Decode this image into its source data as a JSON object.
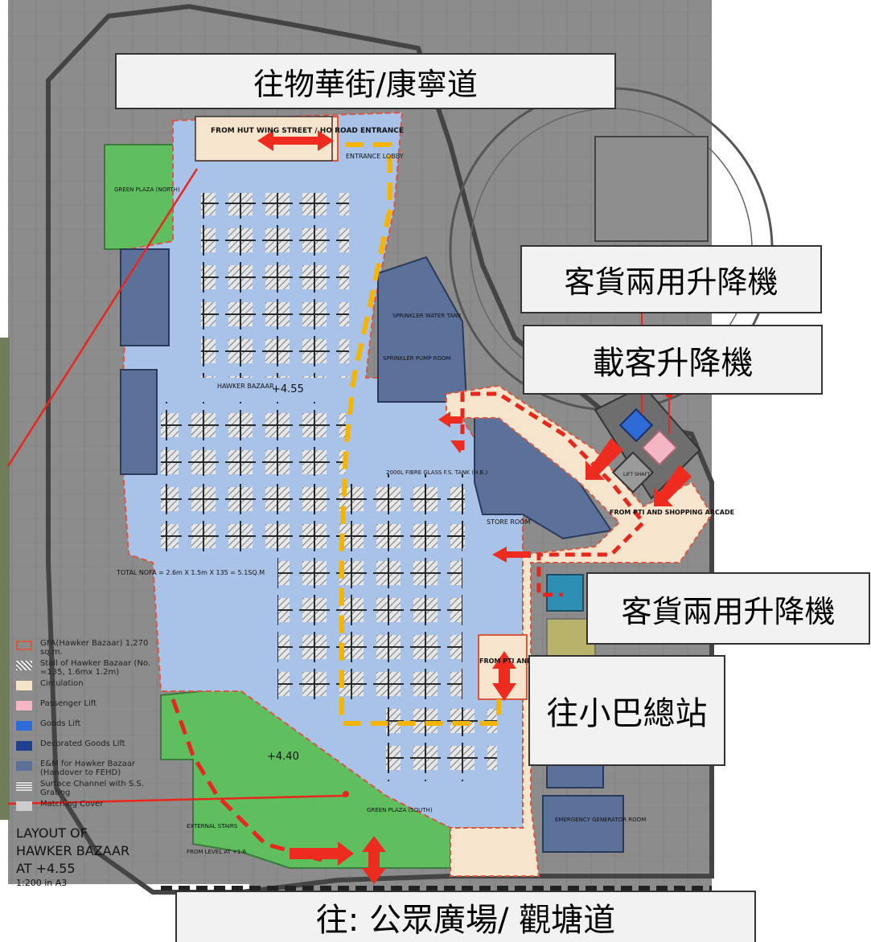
{
  "callouts": {
    "top": "往物華街/康寧道",
    "goods_lift_upper": "客貨兩用升降機",
    "passenger_lift": "載客升降機",
    "goods_lift_lower": "客貨兩用升降機",
    "minibus": "往小巴總站",
    "bottom": "往: 公眾廣場/ 觀塘道"
  },
  "plan_labels": {
    "entrance_top": "FROM HUT WING STREET / HO ROAD ENTRANCE",
    "entrance_lobby": "ENTRANCE LOBBY",
    "hawker_bazaar": "HAWKER BAZAAR",
    "level_455": "+4.55",
    "level_440": "+4.40",
    "green_plaza_north": "GREEN PLAZA (NORTH)",
    "green_plaza_south": "GREEN PLAZA (SOUTH)",
    "from_pti_arcade": "FROM PTI AND SHOPPING ARCADE",
    "from_pti_lower": "FROM PTI AND SHOPPING ARCADE",
    "store_room": "STORE ROOM",
    "sprinkler_tank": "SPRINKLER WATER TANK",
    "sprinkler_pump": "SPRINKLER PUMP ROOM",
    "fs_tank": "2000L FIBRE GLASS F.S. TANK (H.B.)",
    "emergency_gen": "EMERGENCY GENERATOR ROOM",
    "total_nofa": "TOTAL NOFA = 2.6m X 1.5m X 135 = 5.1SQ.M",
    "external_stairs": "EXTERNAL STAIRS",
    "from_level": "FROM LEVEL AT +1.6",
    "lift_shaft": "LIFT SHAFT"
  },
  "legend": {
    "items": [
      {
        "label": "GFA(Hawker Bazaar) 1,270 sq.m.",
        "color": "#d9563f",
        "style": "dashed-outline"
      },
      {
        "label": "Stall of Hawker Bazaar (No. =135, 1.6mx 1.2m)",
        "color": "#999999",
        "style": "hatched"
      },
      {
        "label": "Circulation",
        "color": "#f7e3c8",
        "style": "fill"
      },
      {
        "label": "Passenger Lift",
        "color": "#f4b6c2",
        "style": "fill"
      },
      {
        "label": "Goods Lift",
        "color": "#2f6bd6",
        "style": "fill"
      },
      {
        "label": "Decorated Goods Lift",
        "color": "#1f3f8f",
        "style": "fill"
      },
      {
        "label": "E&M for Hawker Bazaar (Handover to FEHD)",
        "color": "#5c7199",
        "style": "fill"
      },
      {
        "label": "Surface Channel with S.S. Grating",
        "color": "#777777",
        "style": "lines"
      },
      {
        "label": "Matching Cover",
        "color": "#cccccc",
        "style": "fill"
      }
    ],
    "title_line1": "LAYOUT OF",
    "title_line2": "HAWKER BAZAAR",
    "title_line3": "AT +4.55",
    "scale": "1:200 in A3"
  },
  "colors": {
    "plan_bg": "#8a8a8a",
    "bazaar_fill": "#a9c3e8",
    "green": "#5fbf5f",
    "circulation": "#f6e4cc",
    "arrow": "#ee2b1f",
    "route_yellow": "#f5b400",
    "route_red": "#e8261b",
    "em_room": "#5c7199"
  }
}
